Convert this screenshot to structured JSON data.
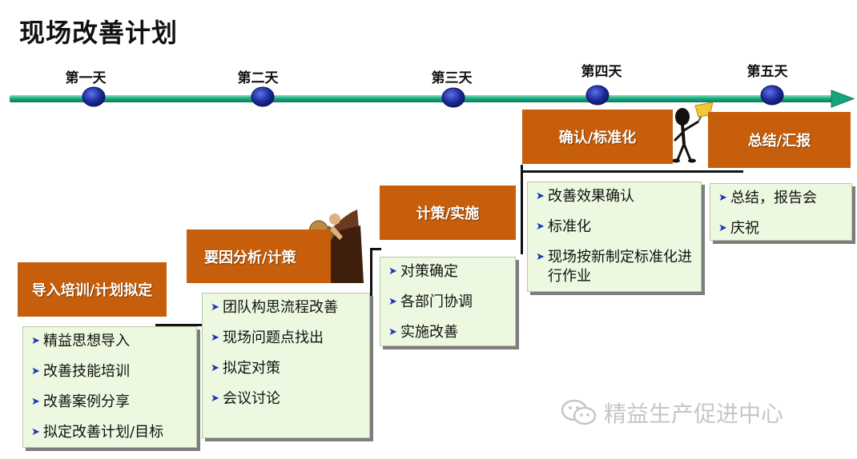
{
  "title": "现场改善计划",
  "colors": {
    "timeline": "#16a57a",
    "node": "#1b2a98",
    "phase_bg": "#c65e0b",
    "box_bg": "#ecf8df",
    "bullet": "#1c35b8"
  },
  "days": [
    "第一天",
    "第二天",
    "第三天",
    "第四天",
    "第五天"
  ],
  "phases": [
    {
      "label": "导入培训/计划拟定",
      "items": [
        "精益思想导入",
        "改善技能培训",
        "改善案例分享",
        "拟定改善计划/目标"
      ]
    },
    {
      "label": "要因分析/计策",
      "items": [
        "团队构思流程改善",
        "现场问题点找出",
        "拟定对策",
        "会议讨论"
      ]
    },
    {
      "label": "计策/实施",
      "items": [
        "对策确定",
        "各部门协调",
        "实施改善"
      ]
    },
    {
      "label": "确认/标准化",
      "items": [
        "改善效果确认",
        "标准化",
        "现场按新制定标准化进行作业"
      ]
    },
    {
      "label": "总结/汇报",
      "items": [
        "总结，报告会",
        "庆祝"
      ]
    }
  ],
  "icons": {
    "bullet": "arrow-right-icon",
    "climber": "climber-figure-icon",
    "stick_figure": "stick-figure-lamp-icon",
    "wechat": "wechat-icon"
  },
  "watermark": "精益生产促进中心"
}
